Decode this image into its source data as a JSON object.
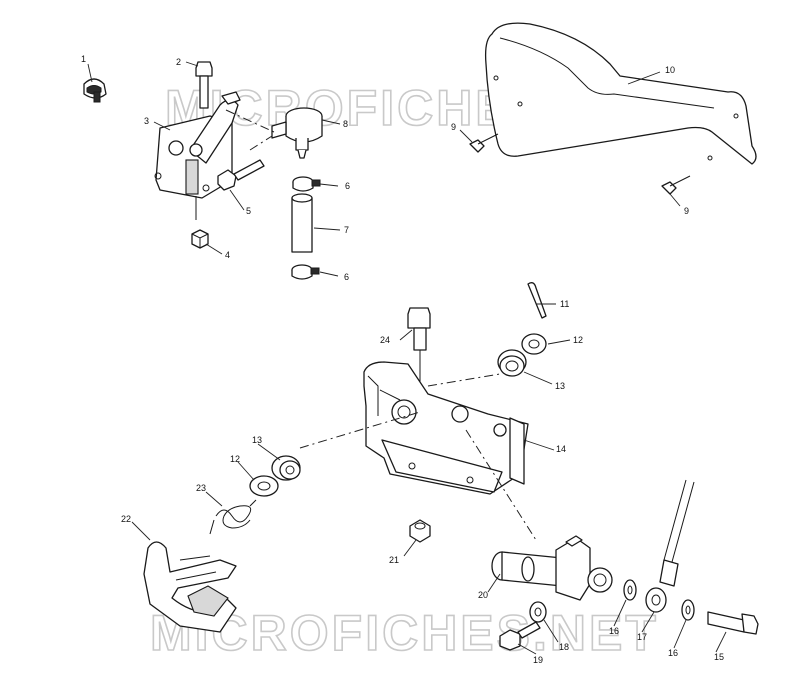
{
  "watermark": "MICROFICHES.NET",
  "callouts": [
    {
      "id": "c1",
      "text": "1"
    },
    {
      "id": "c2",
      "text": "2"
    },
    {
      "id": "c3",
      "text": "3"
    },
    {
      "id": "c4",
      "text": "4"
    },
    {
      "id": "c5",
      "text": "5"
    },
    {
      "id": "c6a",
      "text": "6"
    },
    {
      "id": "c6b",
      "text": "6"
    },
    {
      "id": "c7",
      "text": "7"
    },
    {
      "id": "c8",
      "text": "8"
    },
    {
      "id": "c9a",
      "text": "9"
    },
    {
      "id": "c9b",
      "text": "9"
    },
    {
      "id": "c10",
      "text": "10"
    },
    {
      "id": "c11",
      "text": "11"
    },
    {
      "id": "c12a",
      "text": "12"
    },
    {
      "id": "c12b",
      "text": "12"
    },
    {
      "id": "c13a",
      "text": "13"
    },
    {
      "id": "c13b",
      "text": "13"
    },
    {
      "id": "c14",
      "text": "14"
    },
    {
      "id": "c15",
      "text": "15"
    },
    {
      "id": "c16a",
      "text": "16"
    },
    {
      "id": "c16b",
      "text": "16"
    },
    {
      "id": "c17",
      "text": "17"
    },
    {
      "id": "c18",
      "text": "18"
    },
    {
      "id": "c19",
      "text": "19"
    },
    {
      "id": "c20",
      "text": "20"
    },
    {
      "id": "c21",
      "text": "21"
    },
    {
      "id": "c22",
      "text": "22"
    },
    {
      "id": "c23",
      "text": "23"
    },
    {
      "id": "c24",
      "text": "24"
    }
  ]
}
